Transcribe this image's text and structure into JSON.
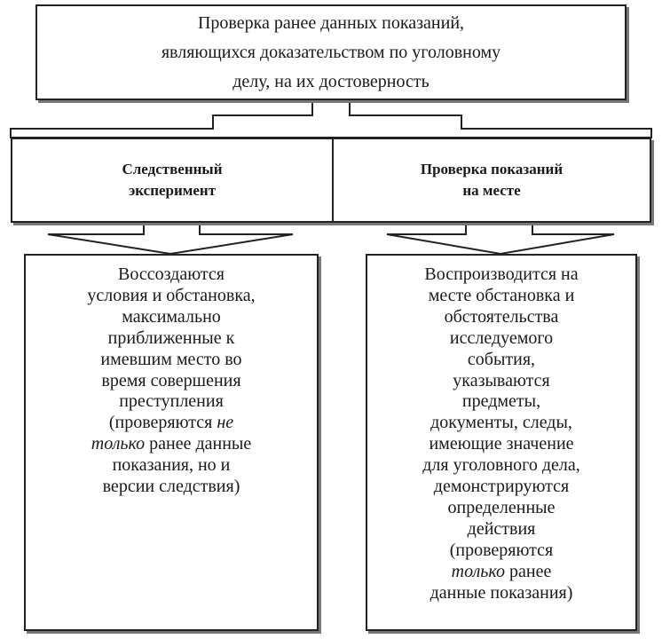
{
  "top": {
    "lines": [
      "Проверка ранее данных показаний,",
      "являющихся доказательством по уголовному",
      "делу, на их достоверность"
    ]
  },
  "middle": {
    "left": [
      "Следственный",
      "эксперимент"
    ],
    "right": [
      "Проверка показаний",
      "на месте"
    ]
  },
  "bottom": {
    "left": [
      "Воссоздаются",
      "условия и обстановка,",
      "максимально",
      "приближенные к",
      "имевшим место во",
      "время совершения",
      "преступления",
      "(проверяются ",
      "только",
      " ранее данные",
      "показания, но и",
      "версии следствия)",
      "не"
    ],
    "right": [
      "Воспроизводится на",
      "месте обстановка и",
      "обстоятельства",
      "исследуемого",
      "события,",
      "указываются",
      "предметы,",
      "документы, следы,",
      "имеющие значение",
      "для уголовного дела,",
      "демонстрируются",
      "определенные",
      "действия",
      "(проверяются",
      "только",
      " ранее",
      "данные показания)"
    ]
  }
}
